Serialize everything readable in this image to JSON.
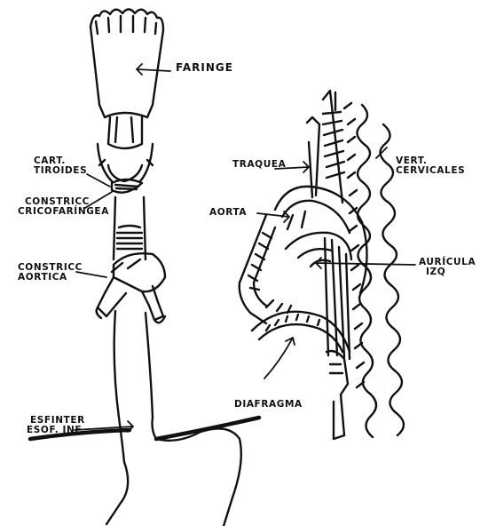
{
  "labels": {
    "faringe": "FARINGE",
    "cart_tiroides_1": "CART.",
    "cart_tiroides_2": "TIROIDES",
    "constricc_crico_1": "CONSTRICC",
    "constricc_crico_2": "CRICOFARÍNGEA",
    "constricc_aortica_1": "CONSTRICC",
    "constricc_aortica_2": "AORTICA",
    "esfinter_1": "ESFINTER",
    "esfinter_2": "ESOF. INF.",
    "traquea": "TRAQUEA",
    "aorta": "AORTA",
    "vert_cervicales_1": "VERT.",
    "vert_cervicales_2": "CERVICALES",
    "auricula_izq_1": "AURÍCULA",
    "auricula_izq_2": "IZQ",
    "diafragma": "DIAFRAGMA"
  },
  "colors": {
    "ink": "#111111",
    "background": "#ffffff"
  }
}
